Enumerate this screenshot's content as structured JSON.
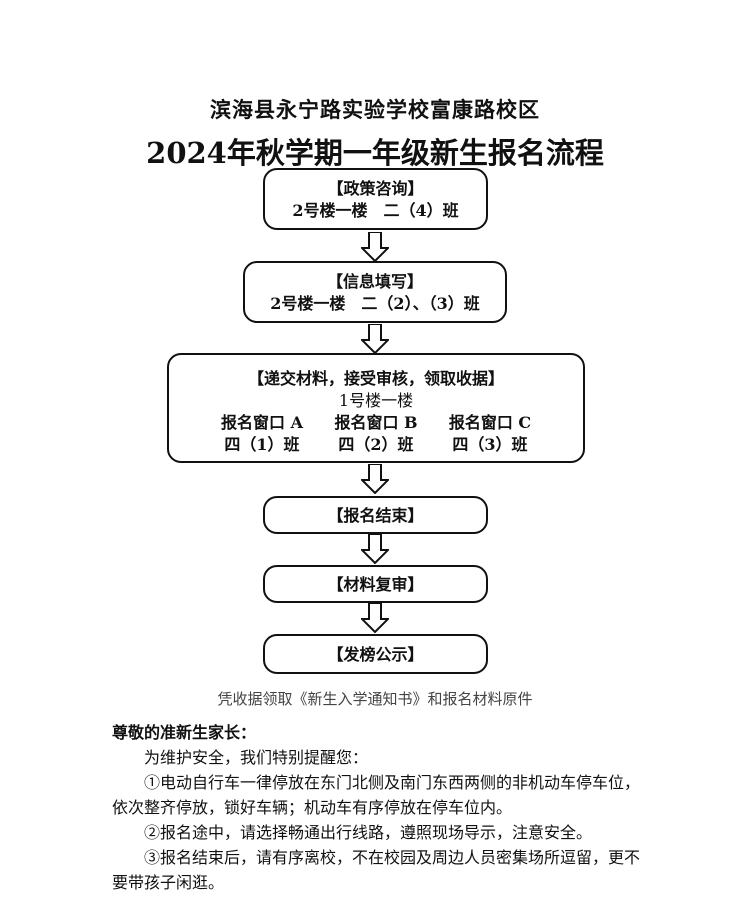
{
  "header": {
    "school": "滨海县永宁路实验学校富康路校区",
    "title": "2024年秋学期一年级新生报名流程"
  },
  "steps": {
    "policy": {
      "label": "【政策咨询】",
      "location": "2号楼一楼　二（4）班"
    },
    "info": {
      "label": "【信息填写】",
      "location": "2号楼一楼　二（2）、（3）班"
    },
    "submit": {
      "label": "【递交材料，接受审核，领取收据】",
      "location": "1号楼一楼",
      "windows": [
        {
          "name": "报名窗口 A",
          "room": "四（1）班"
        },
        {
          "name": "报名窗口 B",
          "room": "四（2）班"
        },
        {
          "name": "报名窗口 C",
          "room": "四（3）班"
        }
      ]
    },
    "finish": {
      "label": "【报名结束】"
    },
    "review": {
      "label": "【材料复审】"
    },
    "publish": {
      "label": "【发榜公示】"
    }
  },
  "caption": "凭收据领取《新生入学通知书》和报名材料原件",
  "notice": {
    "greeting": "尊敬的准新生家长：",
    "intro": "为维护安全，我们特别提醒您：",
    "items": [
      "①电动自行车一律停放在东门北侧及南门东西两侧的非机动车停车位，依次整齐停放，锁好车辆；机动车有序停放在停车位内。",
      "②报名途中，请选择畅通出行线路，遵照现场导示，注意安全。",
      "③报名结束后，请有序离校，不在校园及周边人员密集场所逗留，更不要带孩子闲逛。"
    ]
  }
}
